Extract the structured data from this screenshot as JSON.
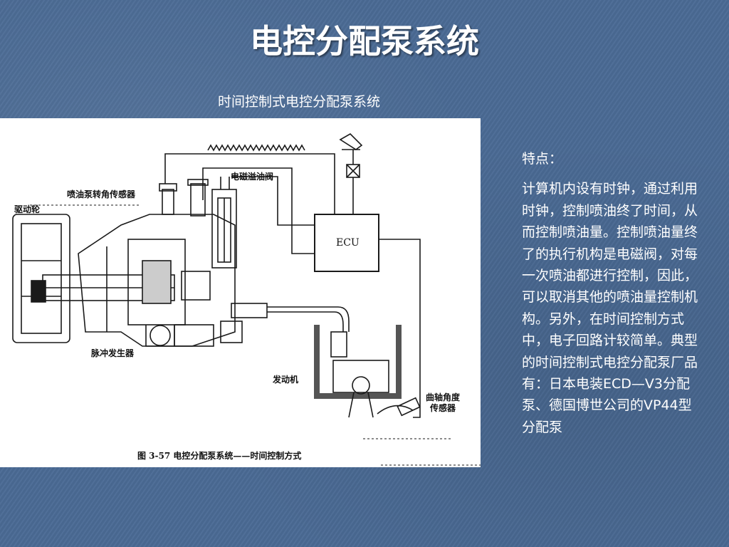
{
  "slide": {
    "title": "电控分配泵系统",
    "subtitle": "时间控制式电控分配泵系统"
  },
  "figure": {
    "labels": {
      "drive_wheel": "驱动轮",
      "pump_angle_sensor": "喷油泵转角传感器",
      "solenoid_spill_valve": "电磁溢油阀",
      "ecu": "ECU",
      "pulse_generator": "脉冲发生器",
      "engine": "发动机",
      "crank_angle_sensor_line1": "曲轴角度",
      "crank_angle_sensor_line2": "传感器",
      "caption": "图 3-57   电控分配泵系统——时间控制方式"
    }
  },
  "side": {
    "heading": "特点：",
    "body": "计算机内设有时钟，通过利用时钟，控制喷油终了时间，从而控制喷油量。控制喷油量终了的执行机构是电磁阀，对每一次喷油都进行控制，因此，可以取消其他的喷油量控制机构。另外，在时间控制方式中，电子回路计较简单。典型的时间控制式电控分配泵厂品有：日本电装ECD—V3分配泵、德国博世公司的VP44型分配泵"
  }
}
